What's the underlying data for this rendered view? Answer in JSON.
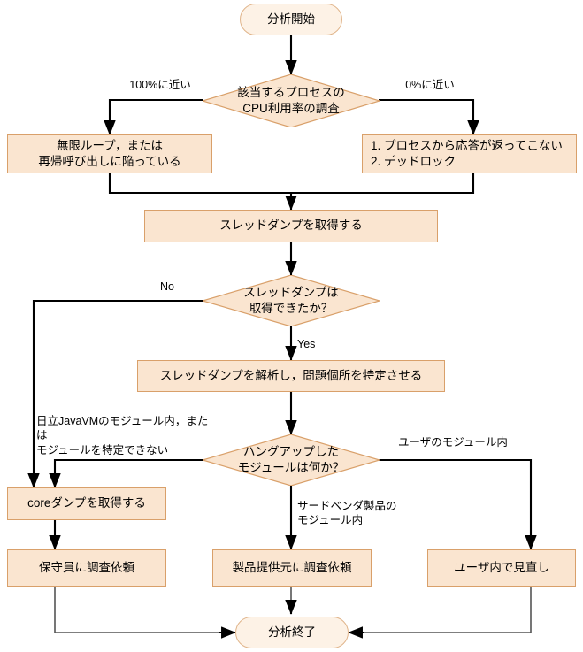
{
  "diagram": {
    "title": "分析開始",
    "colors": {
      "node_fill": "#fae5d0",
      "node_border": "#d9a06a",
      "terminal_fill": "#fdf2e6",
      "terminal_border": "#e0b48a",
      "line": "#000000",
      "background": "#ffffff"
    }
  },
  "nodes": {
    "start": {
      "label": "分析開始",
      "shape": "terminal"
    },
    "decision_cpu": {
      "label": "該当するプロセスの\nCPU利用率の調査",
      "shape": "diamond"
    },
    "box_infinite_loop": {
      "label": "無限ループ，または\n再帰呼び出しに陥っている",
      "shape": "rect"
    },
    "box_no_response": {
      "label": "1. プロセスから応答が返ってこない\n2. デッドロック",
      "shape": "rect"
    },
    "box_thread_dump": {
      "label": "スレッドダンプを取得する",
      "shape": "rect"
    },
    "decision_thread_dump": {
      "label": "スレッドダンプは\n取得できたか？",
      "shape": "diamond"
    },
    "box_analyze_dump": {
      "label": "スレッドダンプを解析し，問題個所を特定させる",
      "shape": "rect"
    },
    "decision_hangup_module": {
      "label": "ハングアップした\nモジュールは何か？",
      "shape": "diamond"
    },
    "box_core_dump": {
      "label": "coreダンプを取得する",
      "shape": "rect"
    },
    "box_maintenance_request": {
      "label": "保守員に調査依頼",
      "shape": "rect"
    },
    "box_vendor_request": {
      "label": "製品提供元に調査依頼",
      "shape": "rect"
    },
    "box_user_review": {
      "label": "ユーザ内で見直し",
      "shape": "rect"
    },
    "end": {
      "label": "分析終了",
      "shape": "terminal"
    }
  },
  "edge_labels": {
    "cpu_high": "100%に近い",
    "cpu_low": "0%に近い",
    "dump_no": "No",
    "dump_yes": "Yes",
    "module_hitachi": "日立JavaVMのモジュール内，または\nモジュールを特定できない",
    "module_user": "ユーザのモジュール内",
    "module_thirdparty": "サードベンダ製品の\nモジュール内"
  }
}
